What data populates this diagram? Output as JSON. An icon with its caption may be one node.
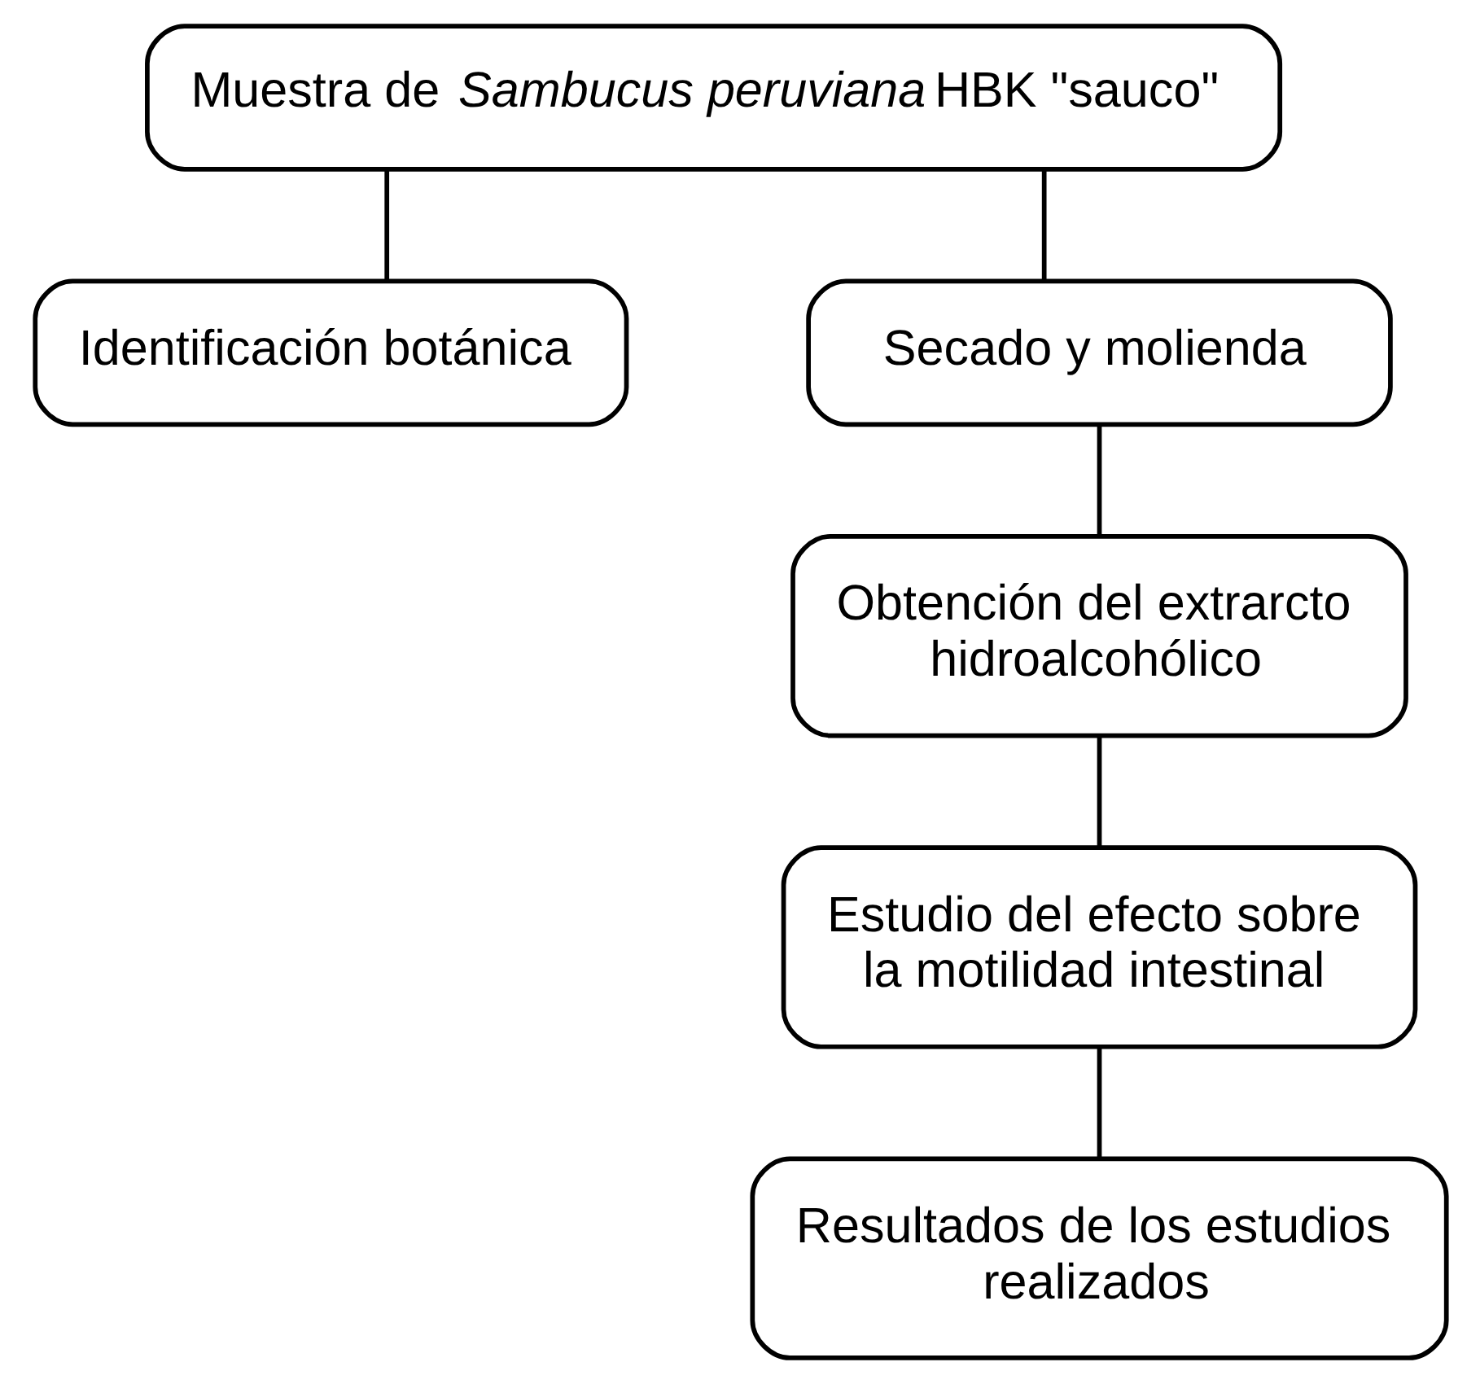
{
  "diagram": {
    "nodes": [
      {
        "text": [
          "Muestra de *Sambucus peruviana* HBK \"sauco\""
        ]
      },
      {
        "text": [
          "Identificación botánica"
        ]
      },
      {
        "text": [
          "Secado y molienda"
        ]
      },
      {
        "text": [
          "Obtención del extrarcto hidroalcohólico"
        ]
      },
      {
        "text": [
          "Estudio del efecto sobre la motilidad intestinal"
        ]
      },
      {
        "text": [
          "Resultados de los estudios realizados"
        ]
      }
    ],
    "edges": [
      {
        "from": 0,
        "to": 1,
        "arrow": "none"
      },
      {
        "from": 0,
        "to": 2,
        "arrow": "none"
      },
      {
        "from": 2,
        "to": 3,
        "arrow": "none"
      },
      {
        "from": 3,
        "to": 4,
        "arrow": "none"
      },
      {
        "from": 4,
        "to": 5,
        "arrow": "none"
      }
    ]
  }
}
